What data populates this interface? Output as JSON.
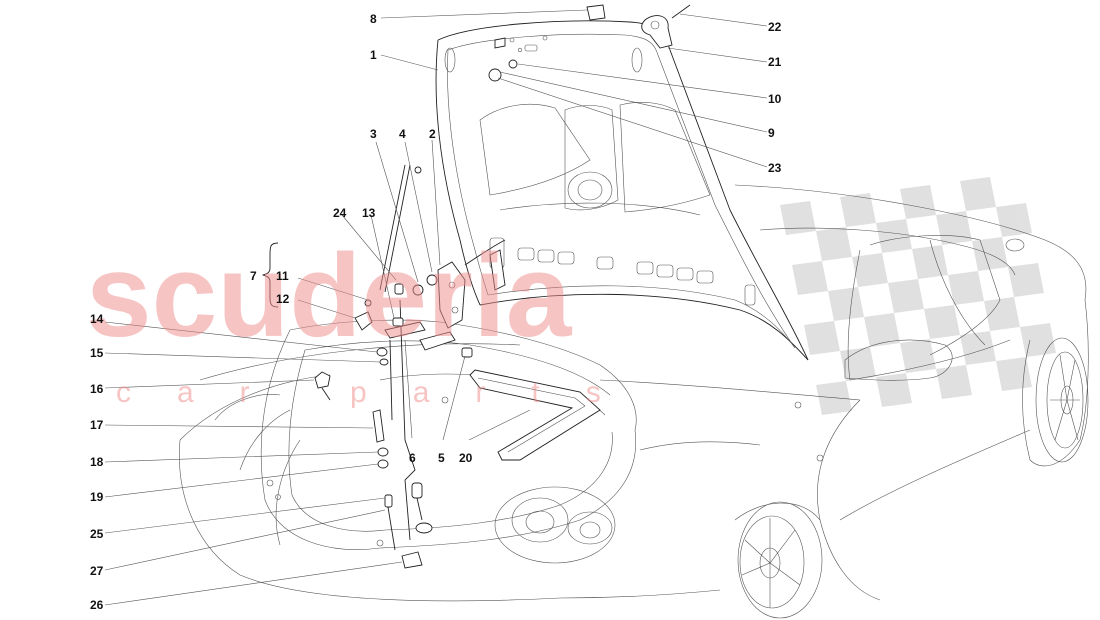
{
  "watermark": {
    "brand": "scuderia",
    "sub": "car parts",
    "color": "#f08a8a",
    "checker_color": "#c8c8c8"
  },
  "callouts": [
    {
      "id": "8",
      "label": "8"
    },
    {
      "id": "1",
      "label": "1"
    },
    {
      "id": "22",
      "label": "22"
    },
    {
      "id": "21",
      "label": "21"
    },
    {
      "id": "10",
      "label": "10"
    },
    {
      "id": "9",
      "label": "9"
    },
    {
      "id": "23",
      "label": "23"
    },
    {
      "id": "3",
      "label": "3"
    },
    {
      "id": "4",
      "label": "4"
    },
    {
      "id": "2",
      "label": "2"
    },
    {
      "id": "24",
      "label": "24"
    },
    {
      "id": "13",
      "label": "13"
    },
    {
      "id": "7",
      "label": "7"
    },
    {
      "id": "11",
      "label": "11"
    },
    {
      "id": "12",
      "label": "12"
    },
    {
      "id": "14",
      "label": "14"
    },
    {
      "id": "15",
      "label": "15"
    },
    {
      "id": "16",
      "label": "16"
    },
    {
      "id": "17",
      "label": "17"
    },
    {
      "id": "18",
      "label": "18"
    },
    {
      "id": "19",
      "label": "19"
    },
    {
      "id": "25",
      "label": "25"
    },
    {
      "id": "27",
      "label": "27"
    },
    {
      "id": "26",
      "label": "26"
    },
    {
      "id": "6",
      "label": "6"
    },
    {
      "id": "5",
      "label": "5"
    },
    {
      "id": "20",
      "label": "20"
    }
  ]
}
